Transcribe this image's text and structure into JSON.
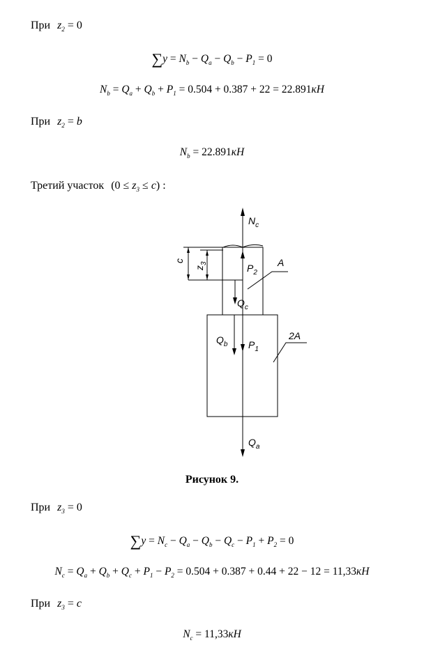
{
  "lines": [
    {
      "id": "case-z2-0",
      "prefix": "При",
      "tokens": [
        [
          "z",
          "2"
        ],
        [
          " = 0",
          ""
        ]
      ]
    },
    {
      "id": "sum-y-1",
      "sum": true,
      "tokens": [
        [
          "y",
          ""
        ],
        [
          " = ",
          ""
        ],
        [
          "N",
          "b"
        ],
        [
          " − ",
          ""
        ],
        [
          "Q",
          "a"
        ],
        [
          " − ",
          ""
        ],
        [
          "Q",
          "b"
        ],
        [
          " − ",
          ""
        ],
        [
          "P",
          "1"
        ],
        [
          " = 0",
          ""
        ]
      ]
    },
    {
      "id": "nb-calc",
      "tokens": [
        [
          "N",
          "b"
        ],
        [
          " = ",
          ""
        ],
        [
          "Q",
          "a"
        ],
        [
          " + ",
          ""
        ],
        [
          "Q",
          "b"
        ],
        [
          " + ",
          ""
        ],
        [
          "P",
          "1"
        ],
        [
          " = 0.504 + 0.387 + 22 = 22.891",
          ""
        ],
        [
          "кН",
          ""
        ]
      ]
    },
    {
      "id": "case-z2-b",
      "prefix": "При",
      "tokens": [
        [
          "z",
          "2"
        ],
        [
          " = ",
          ""
        ],
        [
          "b",
          ""
        ]
      ]
    },
    {
      "id": "nb-result",
      "tokens": [
        [
          "N",
          "b"
        ],
        [
          " = 22.891",
          ""
        ],
        [
          "кН",
          ""
        ]
      ]
    },
    {
      "id": "section-3",
      "prefix": "Третий участок",
      "tokens": [
        [
          "(0 ≤ ",
          ""
        ],
        [
          "z",
          "3"
        ],
        [
          " ≤ ",
          ""
        ],
        [
          "c",
          ""
        ],
        [
          ") :",
          ""
        ]
      ]
    },
    {
      "id": "case-z3-0",
      "prefix": "При",
      "tokens": [
        [
          "z",
          "3"
        ],
        [
          " = 0",
          ""
        ]
      ]
    },
    {
      "id": "sum-y-2",
      "sum": true,
      "tokens": [
        [
          "y",
          ""
        ],
        [
          " = ",
          ""
        ],
        [
          "N",
          "c"
        ],
        [
          " − ",
          ""
        ],
        [
          "Q",
          "a"
        ],
        [
          " − ",
          ""
        ],
        [
          "Q",
          "b"
        ],
        [
          " − ",
          ""
        ],
        [
          "Q",
          "c"
        ],
        [
          " − ",
          ""
        ],
        [
          "P",
          "1"
        ],
        [
          " + ",
          ""
        ],
        [
          "P",
          "2"
        ],
        [
          " = 0",
          ""
        ]
      ]
    },
    {
      "id": "nc-calc",
      "tokens": [
        [
          "N",
          "c"
        ],
        [
          " = ",
          ""
        ],
        [
          "Q",
          "a"
        ],
        [
          " + ",
          ""
        ],
        [
          "Q",
          "b"
        ],
        [
          " + ",
          ""
        ],
        [
          "Q",
          "c"
        ],
        [
          " + ",
          ""
        ],
        [
          "P",
          "1"
        ],
        [
          " − ",
          ""
        ],
        [
          "P",
          "2"
        ],
        [
          " = 0.504 + 0.387 + 0.44 + 22 − 12 = 11,33",
          ""
        ],
        [
          "кН",
          ""
        ]
      ]
    },
    {
      "id": "case-z3-c",
      "prefix": "При",
      "tokens": [
        [
          "z",
          "3"
        ],
        [
          " = ",
          ""
        ],
        [
          "c",
          ""
        ]
      ]
    },
    {
      "id": "nc-result",
      "tokens": [
        [
          "N",
          "c"
        ],
        [
          " = 11,33",
          ""
        ],
        [
          "кН",
          ""
        ]
      ]
    }
  ],
  "sum_symbol": "∑",
  "caption": "Рисунок 9.",
  "figure": {
    "labels": {
      "Nc": "Nc",
      "P2": "P2",
      "A": "A",
      "Qc": "Qc",
      "Qb": "Qb",
      "P1": "P1",
      "A2": "2A",
      "Qa": "Qa",
      "c": "c",
      "z3": "z3"
    }
  }
}
